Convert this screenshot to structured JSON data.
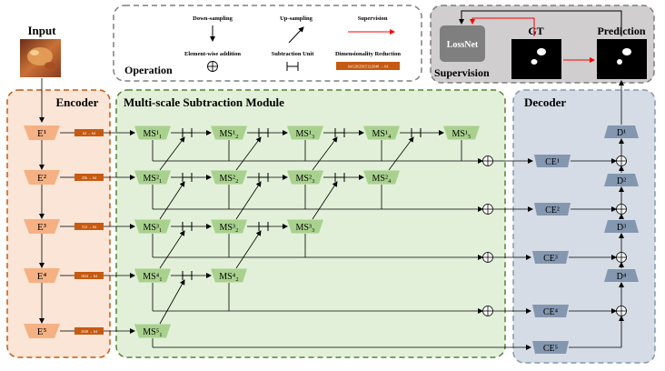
{
  "titles": {
    "input": "Input",
    "encoder": "Encoder",
    "msm": "Multi-scale Subtraction Module",
    "decoder": "Decoder",
    "operation": "Operation",
    "supervision": "Supervision",
    "gt": "GT",
    "prediction": "Prediction",
    "lossnet": "LossNet"
  },
  "legend": {
    "downsampling": "Down-sampling",
    "upsampling": "Up-sampling",
    "supervision": "Supervision",
    "element_add": "Element-wise addition",
    "subtraction": "Subtraction Unit",
    "dim_reduction": "Dimensionality Reduction",
    "dim_reduction_chip": "64/128/256/512/2048 → 64"
  },
  "encoder": [
    "E¹",
    "E²",
    "E³",
    "E⁴",
    "E⁵"
  ],
  "reduction_labels": [
    "64 → 64",
    "256 → 64",
    "512 → 64",
    "1024 → 64",
    "2048 → 64"
  ],
  "ms_rows": [
    [
      [
        "MS",
        "¹",
        "₁"
      ],
      [
        "MS",
        "¹",
        "₂"
      ],
      [
        "MS",
        "¹",
        "₃"
      ],
      [
        "MS",
        "¹",
        "₄"
      ],
      [
        "MS",
        "¹",
        "₅"
      ]
    ],
    [
      [
        "MS",
        "²",
        "₁"
      ],
      [
        "MS",
        "²",
        "₂"
      ],
      [
        "MS",
        "²",
        "₃"
      ],
      [
        "MS",
        "²",
        "₄"
      ]
    ],
    [
      [
        "MS",
        "³",
        "₁"
      ],
      [
        "MS",
        "³",
        "₂"
      ],
      [
        "MS",
        "³",
        "₃"
      ]
    ],
    [
      [
        "MS",
        "⁴",
        "₁"
      ],
      [
        "MS",
        "⁴",
        "₂"
      ]
    ],
    [
      [
        "MS",
        "⁵",
        "₁"
      ]
    ]
  ],
  "ce": [
    "CE¹",
    "CE²",
    "CE³",
    "CE⁴",
    "CE⁵"
  ],
  "dec": [
    "D¹",
    "D²",
    "D³",
    "D⁴"
  ],
  "colors": {
    "encoder_fill": "#f5b183",
    "encoder_bg": "#fbe5d6",
    "encoder_border": "#c55a11",
    "msm_fill": "#a9d18e",
    "msm_bg": "#e2f0d9",
    "msm_border": "#548235",
    "decoder_fill": "#8497b0",
    "decoder_bg": "#d6dce5",
    "supervision_bg": "#d0cece",
    "chip": "#c55a11",
    "red": "#ff0000"
  }
}
